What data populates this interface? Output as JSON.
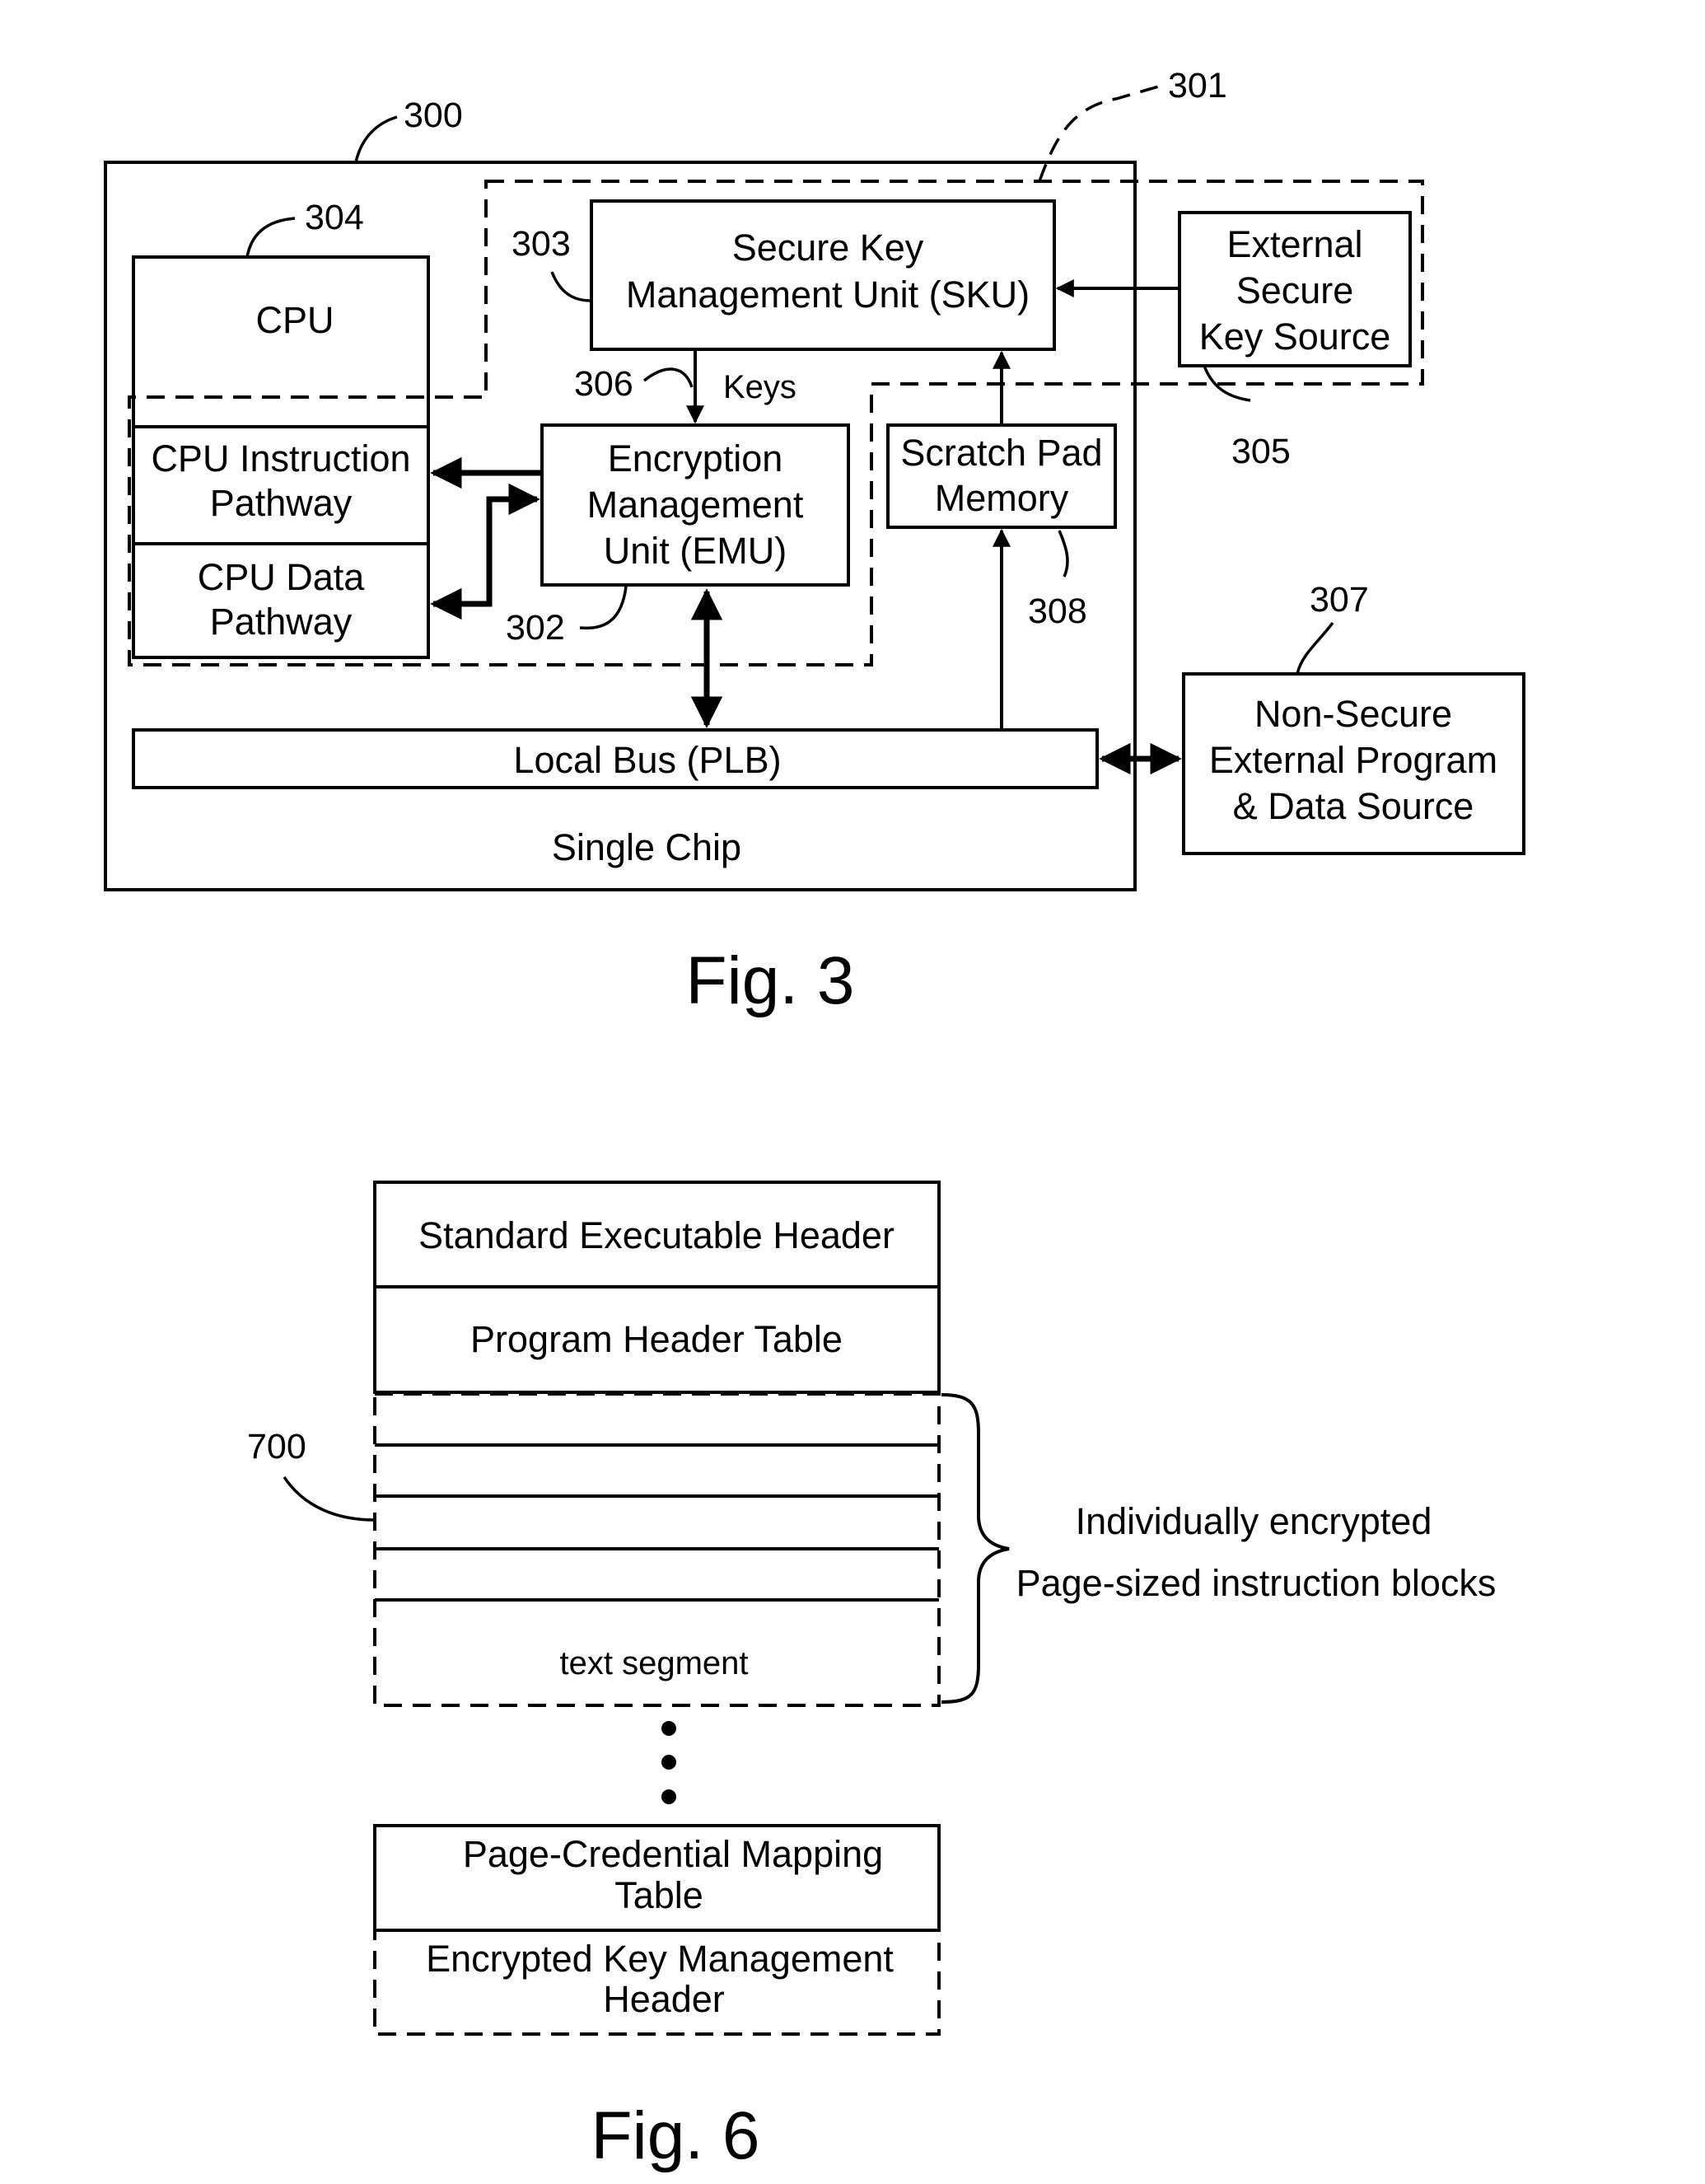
{
  "fig3": {
    "caption": "Fig. 3",
    "refs": {
      "r300": "300",
      "r301": "301",
      "r302": "302",
      "r303": "303",
      "r304": "304",
      "r305": "305",
      "r306": "306",
      "r307": "307",
      "r308": "308"
    },
    "cpu": "CPU",
    "cpu_instruction": [
      "CPU Instruction",
      "Pathway"
    ],
    "cpu_data": [
      "CPU Data",
      "Pathway"
    ],
    "sku": [
      "Secure Key",
      "Management Unit (SKU)"
    ],
    "emu": [
      "Encryption",
      "Management",
      "Unit (EMU)"
    ],
    "external_key": [
      "External",
      "Secure",
      "Key Source"
    ],
    "scratch_pad": [
      "Scratch Pad",
      "Memory"
    ],
    "keys_label": "Keys",
    "local_bus": "Local Bus (PLB)",
    "single_chip": "Single Chip",
    "non_secure": [
      "Non-Secure",
      "External Program",
      "& Data Source"
    ]
  },
  "fig6": {
    "caption": "Fig. 6",
    "ref700": "700",
    "standard_header": "Standard Executable Header",
    "program_header_table": "Program Header Table",
    "text_segment": "text segment",
    "brace_label": [
      "Individually encrypted",
      "Page-sized instruction blocks"
    ],
    "page_credential": [
      "Page-Credential Mapping",
      "Table"
    ],
    "encrypted_key_header": [
      "Encrypted Key Management",
      "Header"
    ]
  }
}
